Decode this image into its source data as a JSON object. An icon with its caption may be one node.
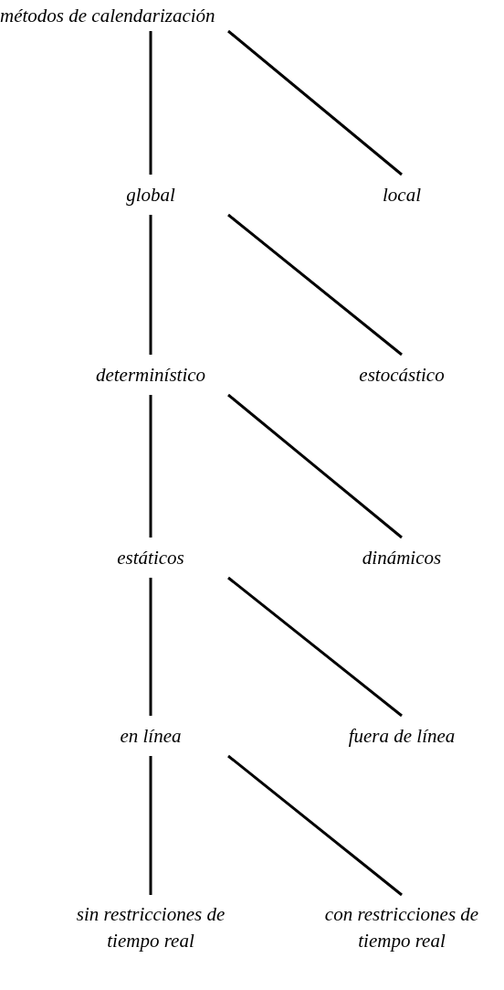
{
  "diagram": {
    "nodes": [
      {
        "text": [
          "métodos de calendarización"
        ]
      },
      {
        "text": [
          "global"
        ]
      },
      {
        "text": [
          "local"
        ]
      },
      {
        "text": [
          "determinístico"
        ]
      },
      {
        "text": [
          "estocástico"
        ]
      },
      {
        "text": [
          "estáticos"
        ]
      },
      {
        "text": [
          "dinámicos"
        ]
      },
      {
        "text": [
          "en línea"
        ]
      },
      {
        "text": [
          "fuera de línea"
        ]
      },
      {
        "text": [
          "sin restricciones de tiempo real"
        ]
      },
      {
        "text": [
          "con restricciones de tiempo real"
        ]
      }
    ],
    "edges": [
      {
        "from": 0,
        "to": 1,
        "arrow": "none"
      },
      {
        "from": 0,
        "to": 2,
        "arrow": "none"
      },
      {
        "from": 1,
        "to": 3,
        "arrow": "none"
      },
      {
        "from": 1,
        "to": 4,
        "arrow": "none"
      },
      {
        "from": 3,
        "to": 5,
        "arrow": "none"
      },
      {
        "from": 3,
        "to": 6,
        "arrow": "none"
      },
      {
        "from": 5,
        "to": 7,
        "arrow": "none"
      },
      {
        "from": 5,
        "to": 8,
        "arrow": "none"
      },
      {
        "from": 7,
        "to": 9,
        "arrow": "none"
      },
      {
        "from": 7,
        "to": 10,
        "arrow": "none"
      }
    ]
  }
}
